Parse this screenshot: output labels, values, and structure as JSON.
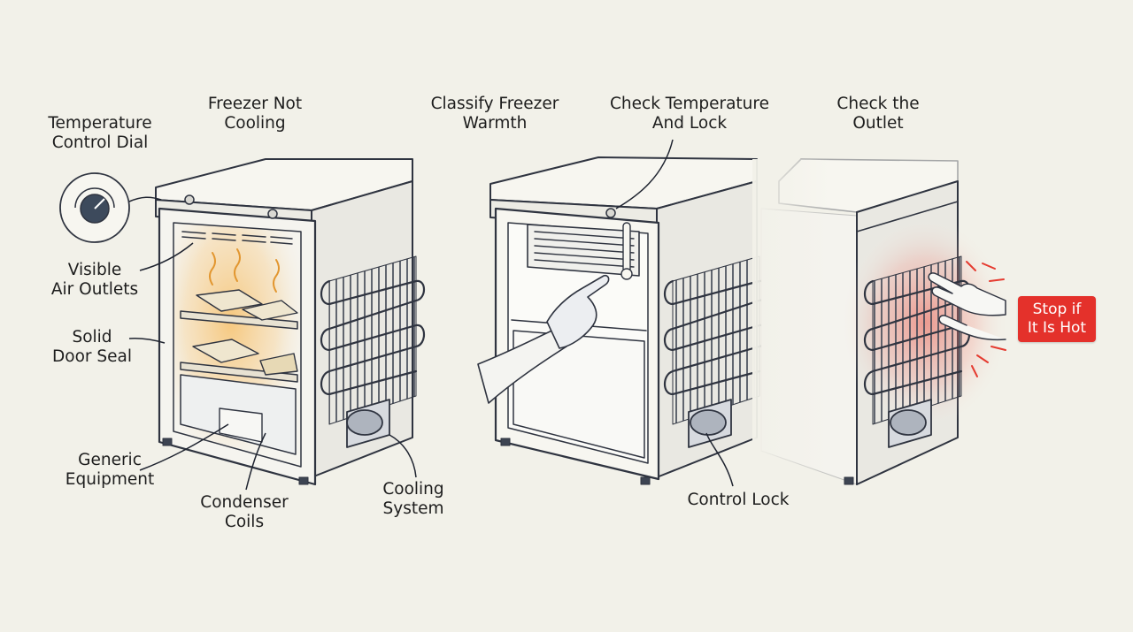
{
  "colors": {
    "background": "#f2f1e9",
    "ink": "#2f3440",
    "warm_glow": "#f5b14a",
    "hot_glow": "#e8453a",
    "badge": "#e4312b"
  },
  "headings": {
    "freezer_not_cooling": [
      "Freezer Not",
      "Cooling"
    ],
    "classify_freezer_warmth": [
      "Classify Freezer",
      "Warmth"
    ],
    "check_temperature_and_lock": [
      "Check Temperature",
      "And Lock"
    ],
    "check_the_outlet": [
      "Check the",
      "Outlet"
    ]
  },
  "callouts": {
    "temperature_control_dial": [
      "Temperature",
      "Control Dial"
    ],
    "visible_air_outlets": [
      "Visible",
      "Air Outlets"
    ],
    "solid_door_seal": [
      "Solid",
      "Door Seal"
    ],
    "generic_equipment": [
      "Generic",
      "Equipment"
    ],
    "condenser_coils": [
      "Condenser",
      "Coils"
    ],
    "cooling_system": [
      "Cooling",
      "System"
    ],
    "control_lock": "Control Lock"
  },
  "warning_badge": [
    "Stop if",
    "It Is Hot"
  ],
  "icons": [
    "temperature-dial-icon",
    "thermometer-icon",
    "hand-icon",
    "heat-wave-icon",
    "compressor-icon"
  ]
}
